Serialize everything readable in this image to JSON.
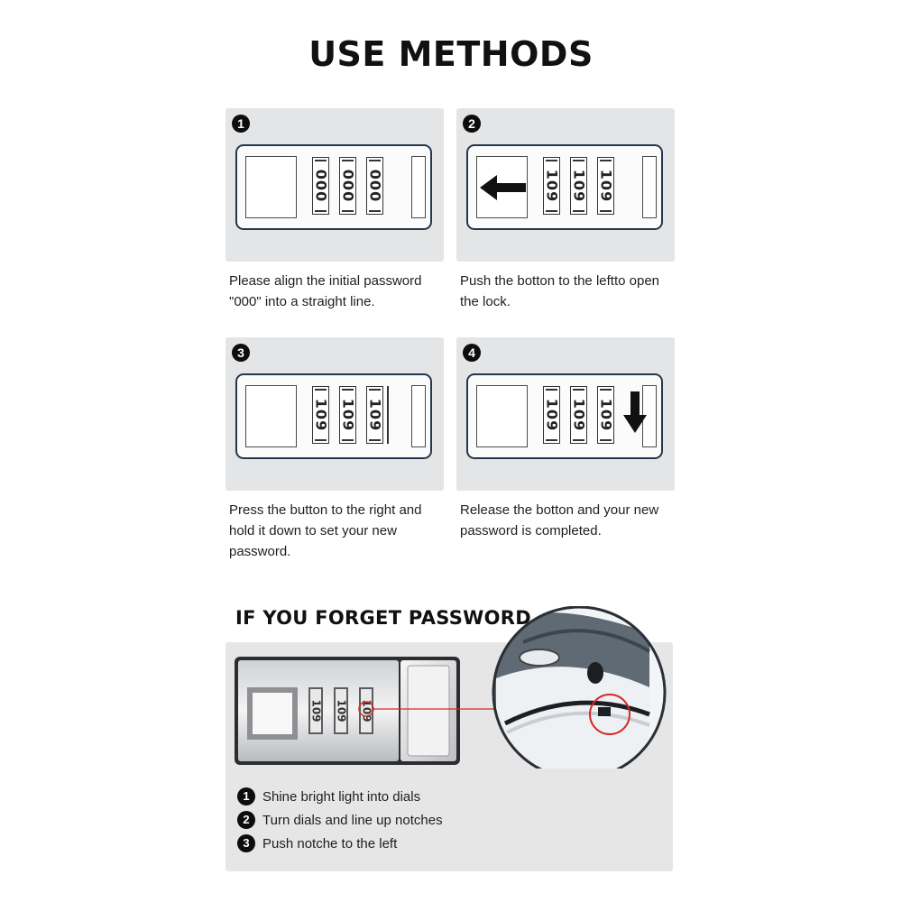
{
  "title": "USE METHODS",
  "steps": [
    {
      "number": "1",
      "dials": [
        "000",
        "000",
        "000"
      ],
      "caption_line1": "Please align the initial password",
      "caption_line2": "\"000\" into a straight line.",
      "caption_line3": ""
    },
    {
      "number": "2",
      "dials": [
        "109",
        "109",
        "109"
      ],
      "caption_line1": "Push the botton to the leftto open",
      "caption_line2": "the lock.",
      "caption_line3": ""
    },
    {
      "number": "3",
      "dials": [
        "109",
        "109",
        "109"
      ],
      "caption_line1": "Press the button to the right and",
      "caption_line2": "hold it down to set your new",
      "caption_line3": "password."
    },
    {
      "number": "4",
      "dials": [
        "109",
        "109",
        "109"
      ],
      "caption_line1": "Release the botton and your new",
      "caption_line2": "password is completed.",
      "caption_line3": ""
    }
  ],
  "forget": {
    "title": "IF YOU FORGET PASSWORD",
    "photo_dials": [
      "109",
      "109",
      "109"
    ],
    "instructions": [
      {
        "number": "1",
        "text": "Shine bright light into dials"
      },
      {
        "number": "2",
        "text": "Turn dials and line up notches"
      },
      {
        "number": "3",
        "text": "Push notche to the left"
      }
    ]
  },
  "colors": {
    "panel": "#e4e5e6",
    "lock_border": "#26364d",
    "badge": "#0d0d0d",
    "highlight": "#d42a2a"
  }
}
